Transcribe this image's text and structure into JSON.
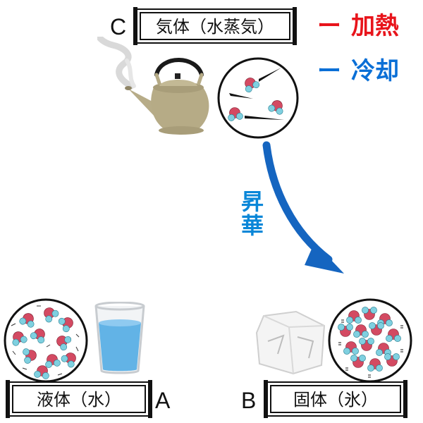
{
  "states": {
    "gas": {
      "letter": "C",
      "label": "気体（水蒸気）"
    },
    "liquid": {
      "letter": "A",
      "label": "液体（水）"
    },
    "solid": {
      "letter": "B",
      "label": "固体（氷）"
    }
  },
  "legend": {
    "heating": {
      "mark": "ー",
      "label": "加熱",
      "color": "#e8141b"
    },
    "cooling": {
      "mark": "ー",
      "label": "冷却",
      "color": "#0a6fd6"
    }
  },
  "transition": {
    "label_top": "昇",
    "label_bottom": "華",
    "color": "#1565c0",
    "label_color": "#0a87d8"
  },
  "icons": {
    "gas": "kettle-icon",
    "liquid": "water-glass-icon",
    "solid": "ice-block-icon"
  }
}
